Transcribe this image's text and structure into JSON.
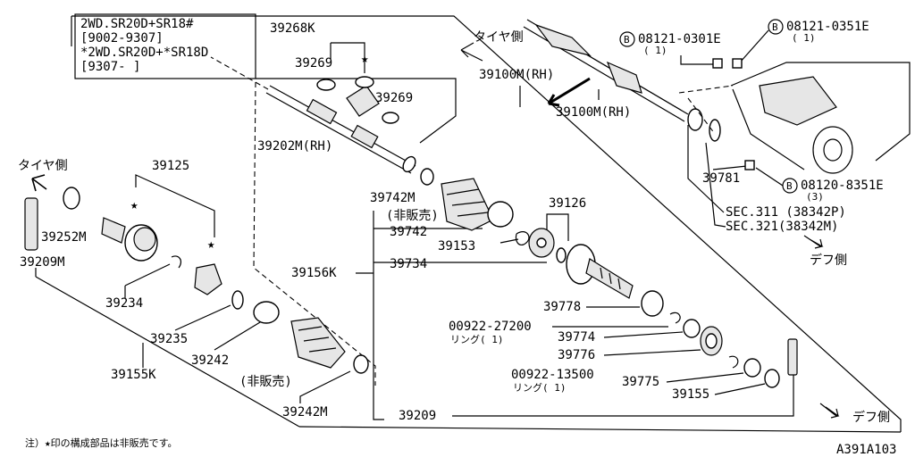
{
  "diagram_code": "A391A103",
  "footnote": "注）★印の構成部品は非販売です。",
  "variant_box": {
    "line1": "2WD.SR20D+SR18#",
    "line2": "[9002-9307]",
    "line3": "*2WD.SR20D+*SR18D",
    "line4": "[9307-    ]"
  },
  "direction": {
    "tire_side": "タイヤ側",
    "diff_side": "デフ側"
  },
  "bolts": [
    {
      "circle": "B",
      "part": "08121-0301E",
      "qty": "( 1)"
    },
    {
      "circle": "B",
      "part": "08121-0351E",
      "qty": "( 1)"
    },
    {
      "circle": "B",
      "part": "08120-8351E",
      "qty": "(3)"
    }
  ],
  "sections": {
    "sec311": "SEC.311 (38342P)",
    "sec321": "SEC.321(38342M)"
  },
  "labels": {
    "p39268K": "39268K",
    "p39269a": "39269",
    "p39269b": "39269",
    "p39100M_top": "39100M(RH)",
    "p39100M_mid": "39100M(RH)",
    "p39202M": "39202M(RH)",
    "p39781": "39781",
    "p39125": "39125",
    "p39252M": "39252M",
    "p39209M": "39209M",
    "p39234": "39234",
    "p39235": "39235",
    "p39242": "39242",
    "p39155K": "39155K",
    "hihanbai1": "(非販売)",
    "p39242M": "39242M",
    "p39742M": "39742M",
    "hihanbai2": "(非販売)",
    "p39742": "39742",
    "p39153": "39153",
    "p39126": "39126",
    "p39156K": "39156K",
    "p39734": "39734",
    "p39778": "39778",
    "p00922_27200": "00922-27200",
    "ring1": "リング( 1)",
    "p39774": "39774",
    "p39776": "39776",
    "p00922_13500": "00922-13500",
    "ring2": "リング( 1)",
    "p39775": "39775",
    "p39155": "39155",
    "p39209": "39209"
  }
}
